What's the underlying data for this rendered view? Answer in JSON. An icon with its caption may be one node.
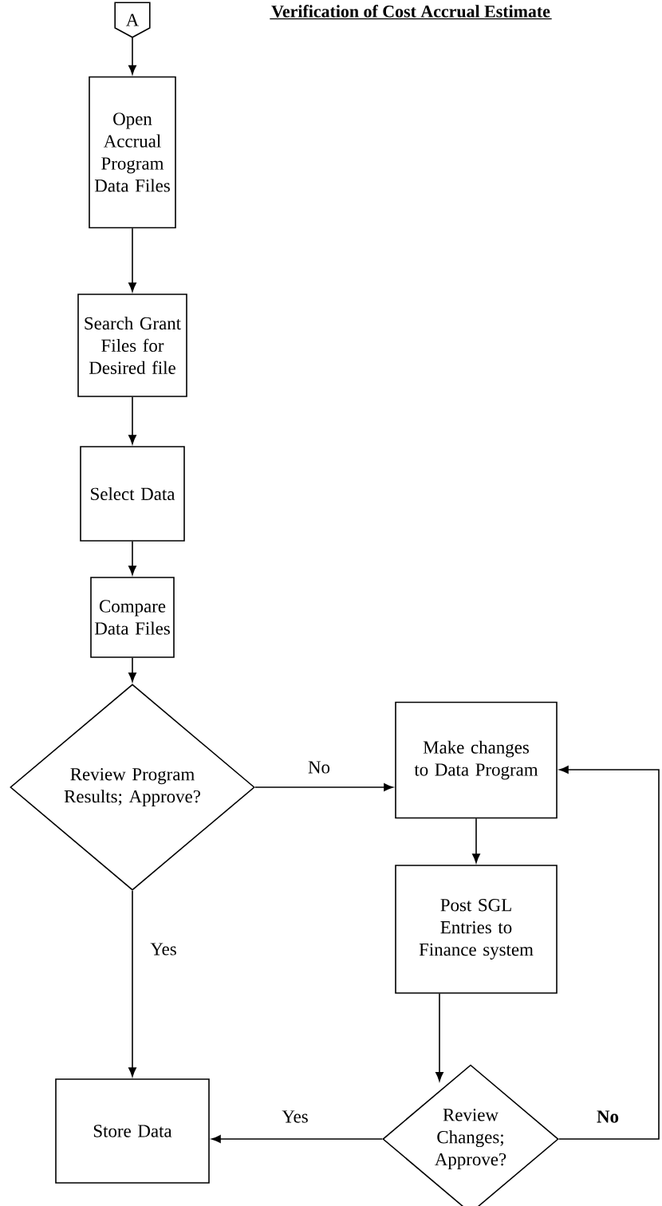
{
  "diagram": {
    "title": "Verification of Cost Accrual Estimate",
    "nodes": [
      {
        "text": [
          "A"
        ]
      },
      {
        "text": [
          "Open Accrual Program Data Files"
        ]
      },
      {
        "text": [
          "Search Grant Files for Desired file"
        ]
      },
      {
        "text": [
          "Select Data"
        ]
      },
      {
        "text": [
          "Compare Data Files"
        ]
      },
      {
        "text": [
          "Review Program Results; Approve?"
        ]
      },
      {
        "text": [
          "Make changes to Data Program"
        ]
      },
      {
        "text": [
          "Post SGL Entries to Finance system"
        ]
      },
      {
        "text": [
          "Review Changes; Approve?"
        ]
      },
      {
        "text": [
          "Store Data"
        ]
      }
    ],
    "edges": [
      {
        "from": 0,
        "to": 1,
        "arrow": "to"
      },
      {
        "from": 1,
        "to": 2,
        "arrow": "to"
      },
      {
        "from": 2,
        "to": 3,
        "arrow": "to"
      },
      {
        "from": 3,
        "to": 4,
        "arrow": "to"
      },
      {
        "from": 4,
        "to": 5,
        "arrow": "to"
      },
      {
        "from": 5,
        "to": 6,
        "label": "No",
        "arrow": "to"
      },
      {
        "from": 5,
        "to": 9,
        "label": "Yes",
        "arrow": "to"
      },
      {
        "from": 6,
        "to": 7,
        "arrow": "to"
      },
      {
        "from": 7,
        "to": 8,
        "arrow": "to"
      },
      {
        "from": 8,
        "to": 9,
        "label": "Yes",
        "arrow": "to"
      },
      {
        "from": 8,
        "to": 6,
        "label": "No",
        "arrow": "to"
      }
    ]
  }
}
